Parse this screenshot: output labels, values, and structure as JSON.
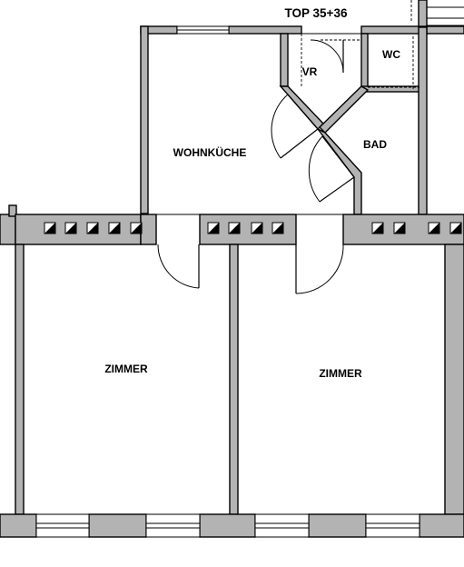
{
  "plan": {
    "title": "TOP 35+36",
    "rooms": {
      "vr": "VR",
      "wc": "WC",
      "wohnkueche": "WOHNKÜCHE",
      "bad": "BAD",
      "zimmer_left": "ZIMMER",
      "zimmer_right": "ZIMMER"
    },
    "colors": {
      "wall": "#b3b3b3",
      "line": "#000000",
      "background": "#ffffff"
    }
  }
}
